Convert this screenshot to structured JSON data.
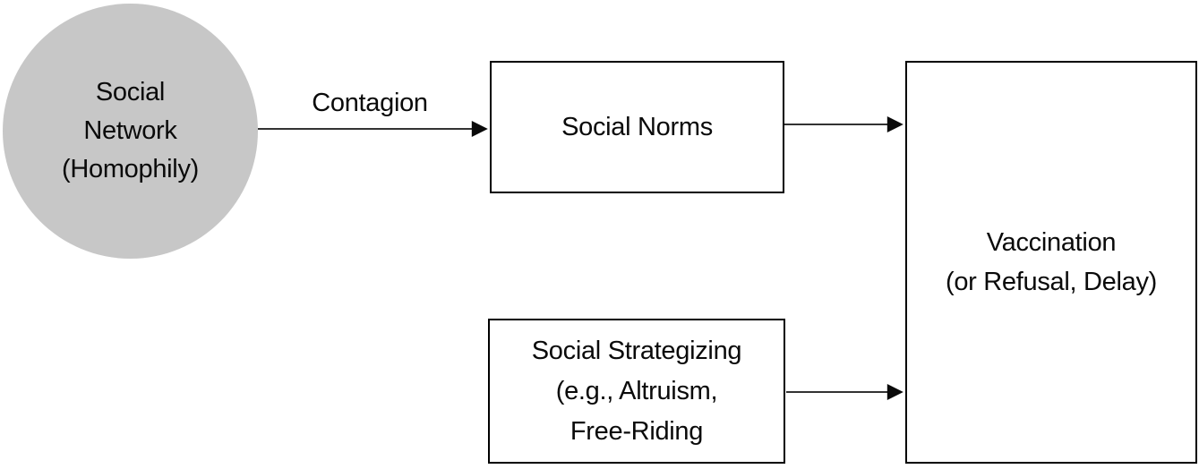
{
  "figure": {
    "background": "#ffffff",
    "line_color": "#333333",
    "text_color": "#0a0a0a",
    "nodes": {
      "social_network": {
        "shape": "ellipse",
        "fill": "#c7c7c7",
        "lines": [
          "Social",
          "Network",
          "(Homophily)"
        ]
      },
      "social_norms": {
        "shape": "rect",
        "lines": [
          "Social Norms"
        ]
      },
      "social_strategizing": {
        "shape": "rect",
        "lines": [
          "Social Strategizing",
          "(e.g., Altruism,",
          "Free-Riding"
        ]
      },
      "vaccination": {
        "shape": "rect",
        "lines": [
          "Vaccination",
          "(or Refusal, Delay)"
        ]
      }
    },
    "edges": [
      {
        "from": "social_network",
        "to": "social_norms",
        "label": "Contagion"
      },
      {
        "from": "social_norms",
        "to": "vaccination",
        "label": ""
      },
      {
        "from": "social_strategizing",
        "to": "vaccination",
        "label": ""
      }
    ]
  }
}
